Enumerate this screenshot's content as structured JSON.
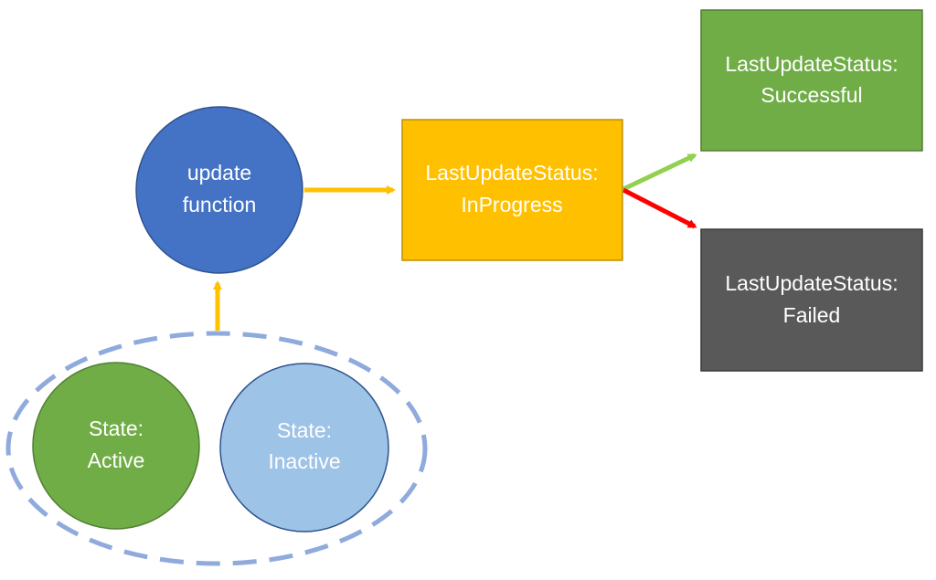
{
  "nodes": {
    "update_function": {
      "line1": "update",
      "line2": "function",
      "color": "#4472C4"
    },
    "in_progress": {
      "line1": "LastUpdateStatus:",
      "line2": "InProgress",
      "color": "#FFC000"
    },
    "successful": {
      "line1": "LastUpdateStatus:",
      "line2": "Successful",
      "color": "#70AD47"
    },
    "failed": {
      "line1": "LastUpdateStatus:",
      "line2": "Failed",
      "color": "#595959"
    },
    "state_active": {
      "line1": "State:",
      "line2": "Active",
      "color": "#70AD47"
    },
    "state_inactive": {
      "line1": "State:",
      "line2": "Inactive",
      "color": "#9DC3E6"
    }
  },
  "edges": {
    "state_to_update": {
      "color": "#FFC000"
    },
    "update_to_inprogress": {
      "color": "#FFC000"
    },
    "inprogress_to_successful": {
      "color": "#92D050"
    },
    "inprogress_to_failed": {
      "color": "#FF0000"
    }
  },
  "group_outline": {
    "color": "#8FAADC"
  }
}
